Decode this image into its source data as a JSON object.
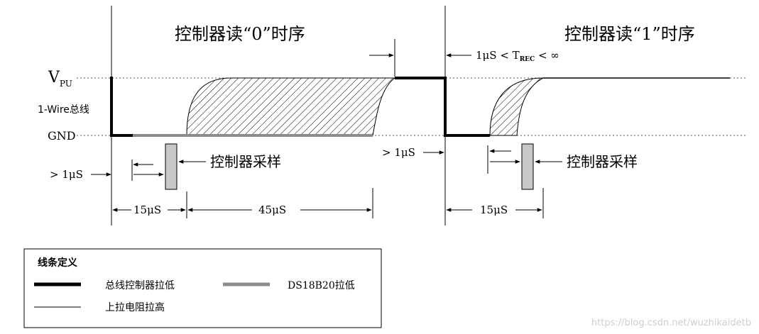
{
  "titles": {
    "read0": "控制器读“0”时序",
    "read1": "控制器读“1”时序"
  },
  "signals": {
    "vpu_main": "V",
    "vpu_sub": "PU",
    "wire": "1-Wire总线",
    "gnd": "GND"
  },
  "annotations": {
    "trec_prefix": "1μS < T",
    "trec_sub": "REC",
    "trec_suffix": " < ∞",
    "gt1us_right": "> 1μS",
    "gt1us_left": "> 1μS",
    "sample_left": "控制器采样",
    "sample_right": "控制器采样",
    "dur_15_left": "15μS",
    "dur_45": "45μS",
    "dur_15_right": "15μS"
  },
  "legend": {
    "title": "线条定义",
    "thick_black": "总线控制器拉低",
    "thick_gray": "DS18B20拉低",
    "thin_black": "上拉电阻拉高"
  },
  "watermark": "https://blog.csdn.net/wuzhikaidetb",
  "colors": {
    "bus_master": "#000000",
    "slave": "#8c8c8c",
    "sample_box": "#c8c8c8",
    "watermark": "#cfcfcf"
  }
}
